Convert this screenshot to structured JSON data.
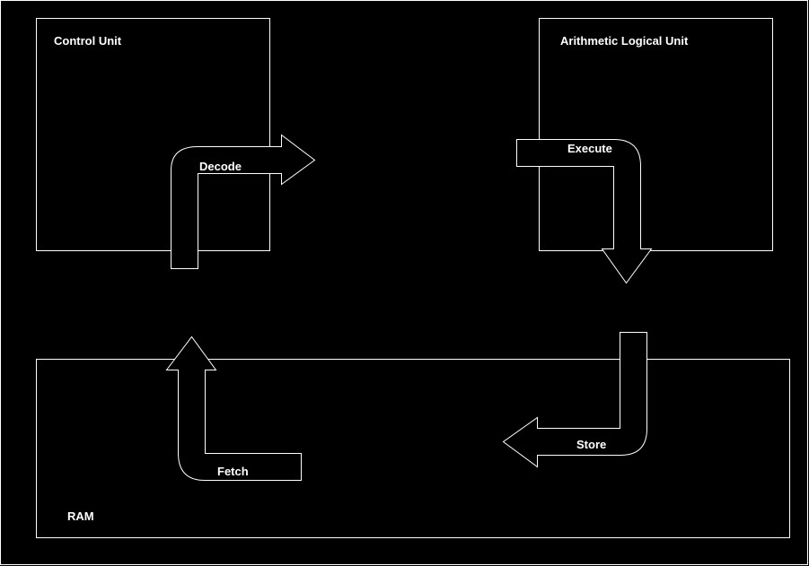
{
  "diagram": {
    "background": "#000000",
    "stroke_color": "#ffffff",
    "text_color": "#ffffff",
    "blocks": {
      "control_unit": "Control Unit",
      "alu": "Arithmetic Logical Unit",
      "ram": "RAM"
    },
    "arrows": {
      "decode": "Decode",
      "execute": "Execute",
      "store": "Store",
      "fetch": "Fetch"
    }
  }
}
